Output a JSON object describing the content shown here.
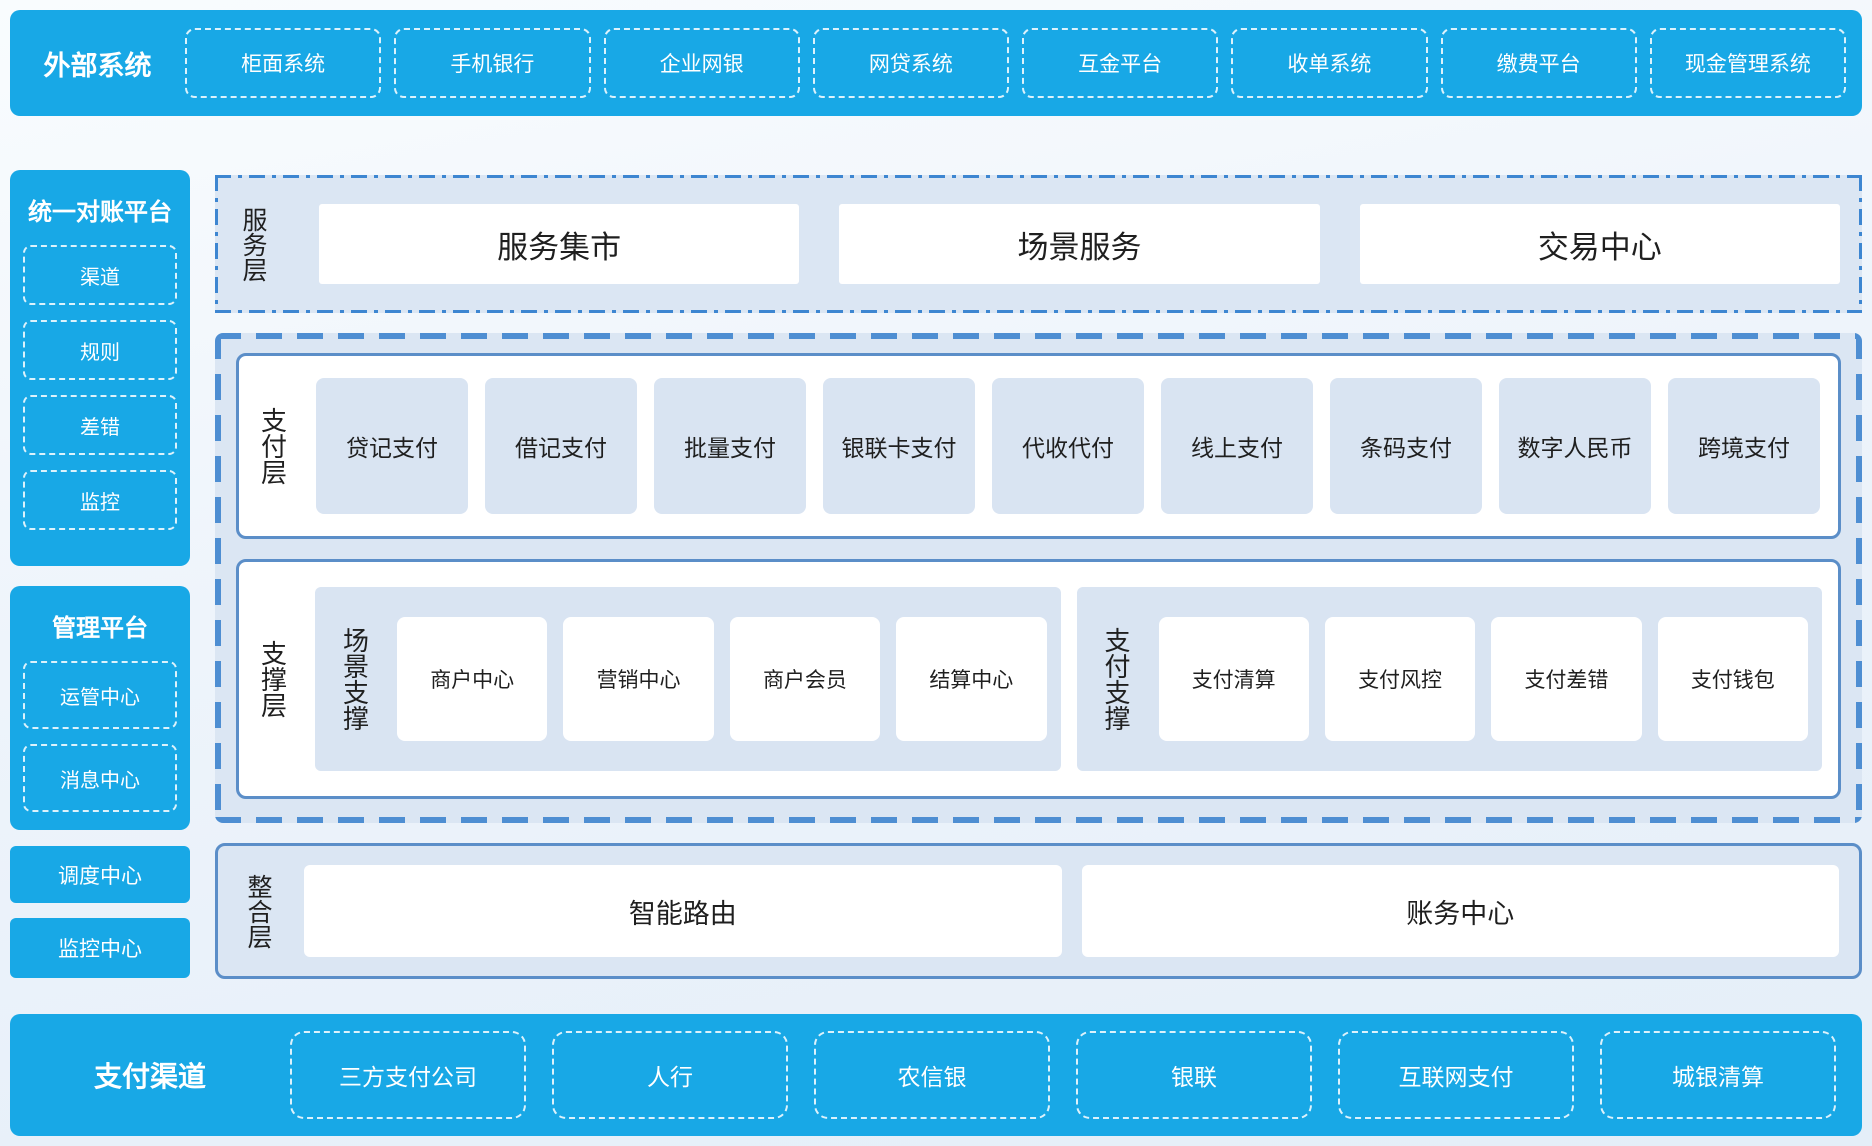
{
  "colors": {
    "primary_blue": "#18a8e6",
    "panel_bg": "#dbe6f3",
    "item_bg": "#d9e4f2",
    "solid_border": "#5b8ec8",
    "dashed_border": "#4e8ed2",
    "dashdot_border": "#3d86d1",
    "text_dark": "#1f1f1f",
    "text_white": "#ffffff"
  },
  "top_bar": {
    "title": "外部系统",
    "items": [
      "柜面系统",
      "手机银行",
      "企业网银",
      "网贷系统",
      "互金平台",
      "收单系统",
      "缴费平台",
      "现金管理系统"
    ]
  },
  "sidebar": {
    "panels": [
      {
        "title": "统一对账平台",
        "items": [
          "渠道",
          "规则",
          "差错",
          "监控"
        ]
      },
      {
        "title": "管理平台",
        "items": [
          "运管中心",
          "消息中心"
        ]
      }
    ],
    "blocks": [
      "调度中心",
      "监控中心"
    ]
  },
  "layers": {
    "service": {
      "label": "服务层",
      "items": [
        "服务集市",
        "场景服务",
        "交易中心"
      ]
    },
    "payment": {
      "label": "支付层",
      "items": [
        "贷记支付",
        "借记支付",
        "批量支付",
        "银联卡支付",
        "代收代付",
        "线上支付",
        "条码支付",
        "数字人民币",
        "跨境支付"
      ]
    },
    "support": {
      "label": "支撑层",
      "groups": [
        {
          "label": "场景支撑",
          "items": [
            "商户中心",
            "营销中心",
            "商户会员",
            "结算中心"
          ]
        },
        {
          "label": "支付支撑",
          "items": [
            "支付清算",
            "支付风控",
            "支付差错",
            "支付钱包"
          ]
        }
      ]
    },
    "integration": {
      "label": "整合层",
      "items": [
        "智能路由",
        "账务中心"
      ]
    }
  },
  "bottom_bar": {
    "title": "支付渠道",
    "items": [
      "三方支付公司",
      "人行",
      "农信银",
      "银联",
      "互联网支付",
      "城银清算"
    ]
  }
}
